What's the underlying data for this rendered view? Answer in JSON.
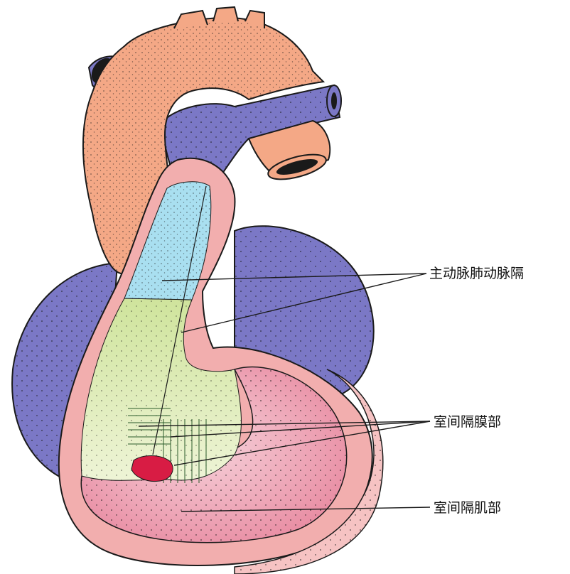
{
  "figure": {
    "labels": {
      "aorticopulmonary_septum": "主动脉肺动脉隔",
      "membranous_septum": "室间隔膜部",
      "muscular_septum": "室间隔肌部"
    }
  },
  "colors": {
    "aorta": "#f4a886",
    "vein_blue": "#7b78c6",
    "wall_pink": "#f2aeae",
    "outflow_cyan": "#a9dff0",
    "bulbar_green": "#cfe3a0",
    "muscular_pink": "#ee9fb2",
    "membranous_red": "#d81c44",
    "outline": "#1a1a1a"
  }
}
